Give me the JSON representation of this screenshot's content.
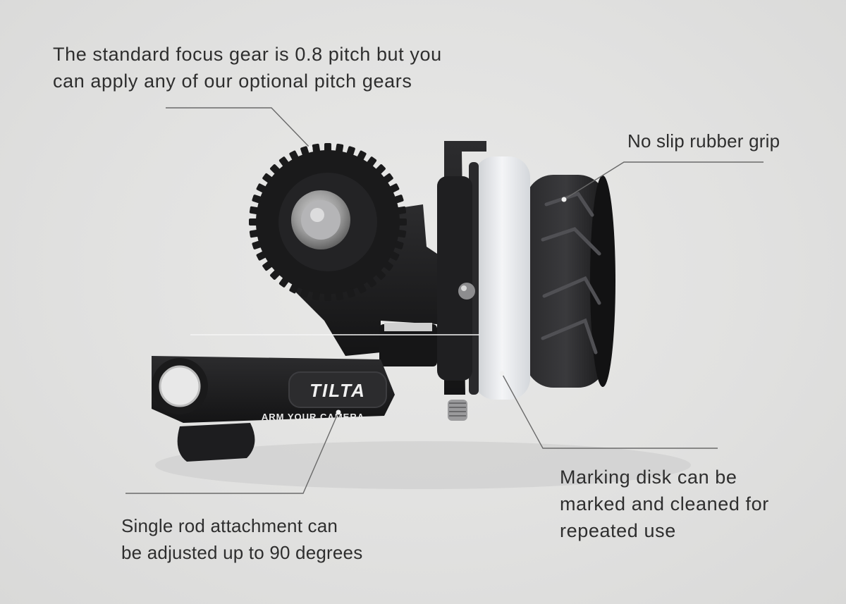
{
  "callouts": {
    "gear": {
      "lines": [
        "The standard focus gear is 0.8 pitch but you",
        "can apply any of our optional pitch gears"
      ]
    },
    "grip": {
      "lines": [
        "No slip rubber grip"
      ]
    },
    "disk": {
      "lines": [
        "Marking disk can be",
        "marked and cleaned for",
        "repeated use"
      ]
    },
    "rod": {
      "lines": [
        "Single rod attachment can",
        "be adjusted up to 90 degrees"
      ]
    }
  },
  "product": {
    "brand_logo": "TILTA",
    "arm_text": "ARM YOUR CAMERA"
  },
  "colors": {
    "background": "#e2e2e1",
    "body_metal": "#1c1c1e",
    "marking_disk": "#eef0f2",
    "leader_line": "#6a6a6a"
  }
}
